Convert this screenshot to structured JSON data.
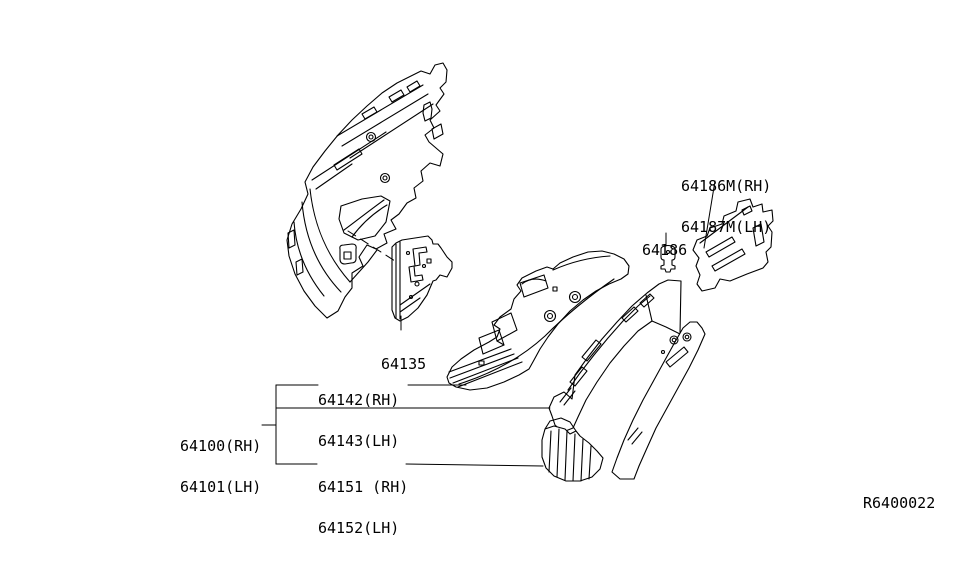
{
  "colors": {
    "background": "#ffffff",
    "line": "#000000"
  },
  "labels": {
    "bracket_upper": {
      "rh": "64186M(RH)",
      "lh": "64187M(LH)"
    },
    "grommet": {
      "text": "64186"
    },
    "bracket_small": {
      "text": "64135"
    },
    "reinforce_upper": {
      "rh": "64142(RH)",
      "lh": "64143(LH)"
    },
    "hoodledge_assembly": {
      "rh": "64100(RH)",
      "lh": "64101(LH)"
    },
    "reinforce_lower": {
      "rh": "64151 (RH)",
      "lh": "64152(LH)"
    }
  },
  "ref_code": "R6400022"
}
